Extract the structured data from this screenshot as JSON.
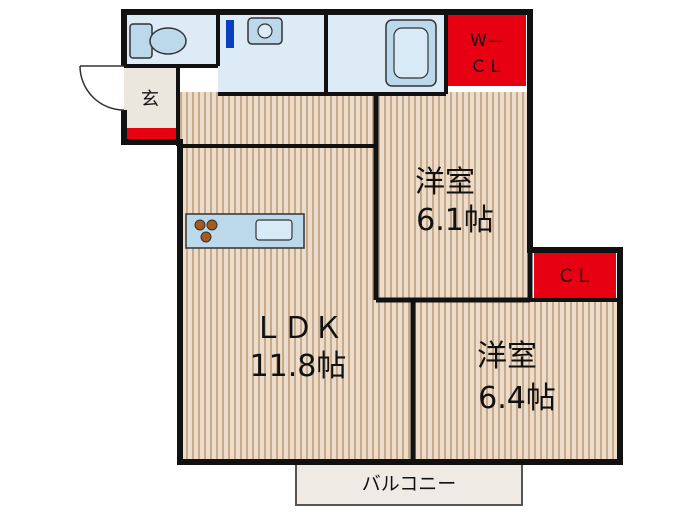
{
  "rooms": {
    "ldk": {
      "name": "ＬＤＫ",
      "size": "11.8帖"
    },
    "western_room_1": {
      "name": "洋室",
      "size": "6.1帖"
    },
    "western_room_2": {
      "name": "洋室",
      "size": "6.4帖"
    },
    "wcl": {
      "line1": "W—",
      "line2": "ＣＬ"
    },
    "cl": {
      "name": "ＣＬ"
    },
    "entrance": {
      "name": "玄"
    },
    "balcony": {
      "name": "バルコニー"
    }
  },
  "colors": {
    "wall": "#111111",
    "floor_light": "#e9d9c8",
    "floor_stripe": "#c9ab8e",
    "wet_area": "#dcebf5",
    "fixture": "#bcd9ec",
    "closet": "#e60012",
    "balcony": "#efebe4"
  },
  "icons": [
    "toilet-icon",
    "sink-icon",
    "bathtub-icon",
    "stove-icon",
    "kitchen-sink-icon",
    "shoe-cabinet-icon"
  ]
}
